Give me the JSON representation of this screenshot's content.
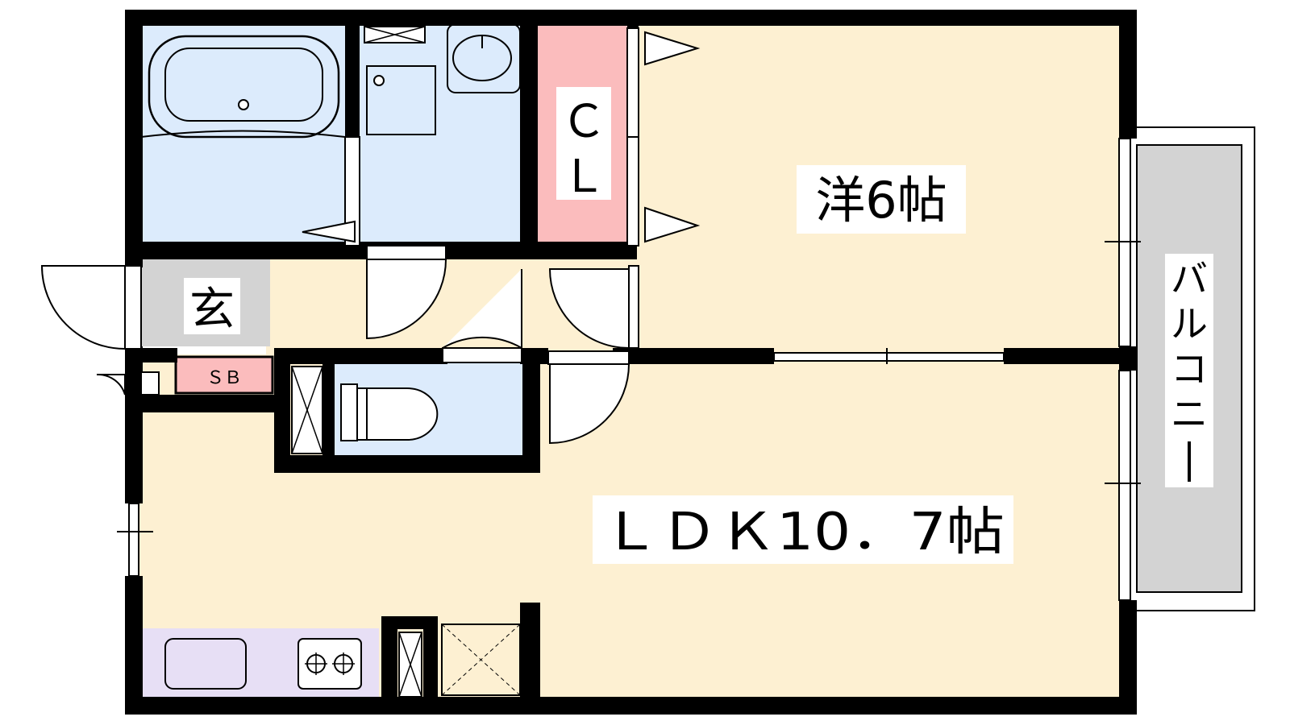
{
  "rooms": {
    "western_room": "洋6帖",
    "ldk": "ＬＤＫ10．7帖",
    "closet": [
      "Ｃ",
      "Ｌ"
    ],
    "entrance": "玄",
    "shoe_box": "ＳＢ",
    "balcony": [
      "バ",
      "ル",
      "コ",
      "ニ",
      "ー"
    ]
  },
  "colors": {
    "wall": "#000000",
    "living_floor": "#fdf0d2",
    "wet_area": "#dcebfc",
    "closet_fill": "#fbbcbd",
    "entrance_fill": "#d3d3d3",
    "kitchen_fill": "#e7dff5",
    "balcony_fill": "#d3d3d3"
  }
}
